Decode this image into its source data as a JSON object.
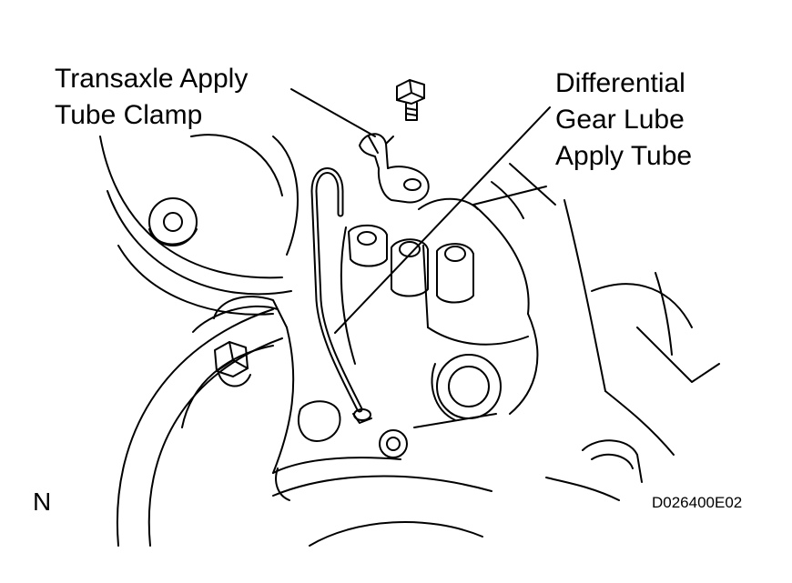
{
  "callouts": {
    "clamp": {
      "lines": [
        "Transaxle Apply",
        "Tube Clamp"
      ]
    },
    "tube": {
      "lines": [
        "Differential",
        "Gear Lube",
        "Apply Tube"
      ]
    }
  },
  "direction_label": "N",
  "figure_code": "D026400E02",
  "colors": {
    "ink": "#000000",
    "paper": "#ffffff"
  }
}
